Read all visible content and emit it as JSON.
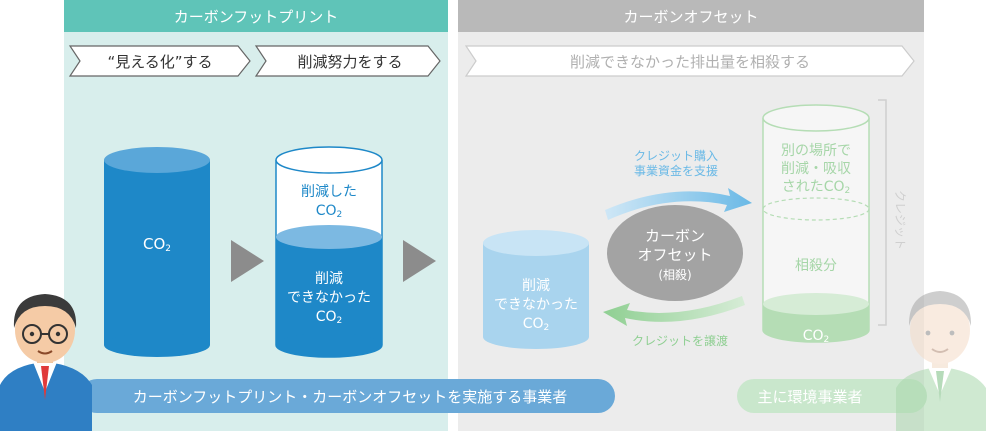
{
  "left_header": "カーボンフットプリント",
  "right_header": "カーボンオフセット",
  "step1": "“見える化”する",
  "step2": "削減努力をする",
  "step3": "削減できなかった排出量を相殺する",
  "cyl_co2": "CO",
  "sub2": "2",
  "reduced_l1": "削減した",
  "reduced_l2": "CO",
  "unreduced_l1": "削減",
  "unreduced_l2": "できなかった",
  "unreduced_l3": "CO",
  "offset_unreduced_l1": "削減",
  "offset_unreduced_l2": "できなかった",
  "offset_unreduced_l3": "CO",
  "center_l1": "カーボン",
  "center_l2": "オフセット",
  "center_l3": "(相殺)",
  "credit_buy_l1": "クレジット購入",
  "credit_buy_l2": "事業資金を支援",
  "credit_transfer": "クレジットを譲渡",
  "other_l1": "別の場所で",
  "other_l2": "削減・吸収",
  "other_l3": "されたCO",
  "offset_part": "相殺分",
  "credit_side": "クレジット",
  "bottom_co2": "CO",
  "left_actor": "カーボンフットプリント・カーボンオフセットを実施する事業者",
  "right_actor": "主に環境事業者",
  "colors": {
    "teal_header": "#5fc4b8",
    "teal_bg": "#d8eeec",
    "gray_header": "#b9b9b9",
    "gray_bg": "#ececec",
    "blue_dark": "#1e88c8",
    "blue_light": "#a9d4ee",
    "green_light": "#b5ddb5",
    "actor_blue": "#6aa9d8",
    "actor_green": "#c9e7cc"
  }
}
